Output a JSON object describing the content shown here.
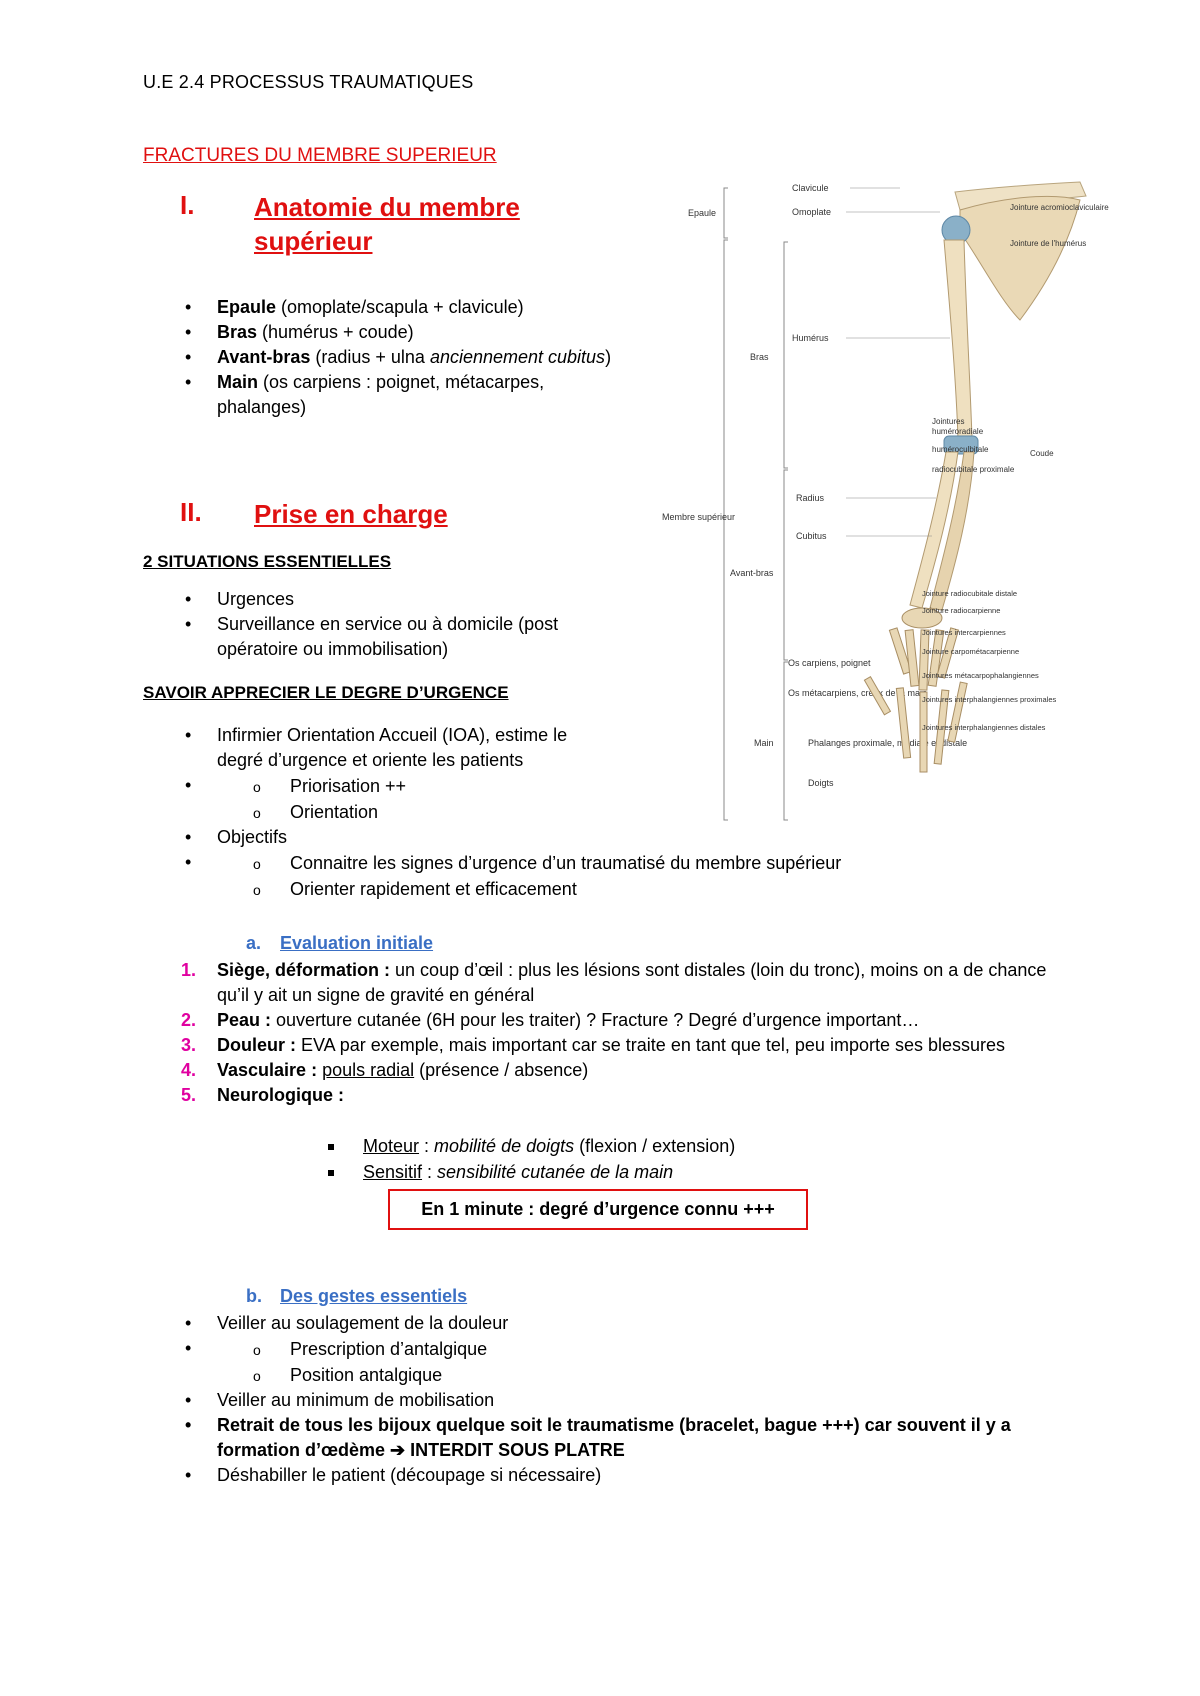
{
  "header": "U.E 2.4 PROCESSUS TRAUMATIQUES",
  "main_title": "FRACTURES DU MEMBRE SUPERIEUR",
  "section1": {
    "num": "I.",
    "title": "Anatomie du membre supérieur"
  },
  "anatomy_items": [
    {
      "bold": "Epaule",
      "rest": " (omoplate/scapula + clavicule)"
    },
    {
      "bold": "Bras",
      "rest": " (humérus + coude)"
    },
    {
      "bold": "Avant-bras",
      "rest": " (radius + ulna ",
      "italic": "anciennement cubitus",
      "tail": ")"
    },
    {
      "bold": "Main",
      "rest": " (os carpiens : poignet, métacarpes, phalanges)"
    }
  ],
  "section2": {
    "num": "II.",
    "title": "Prise en charge"
  },
  "situations_heading": "2 SITUATIONS ESSENTIELLES",
  "situations": [
    "Urgences",
    "Surveillance en service ou à domicile (post opératoire ou immobilisation)"
  ],
  "urgence_heading": "SAVOIR APPRECIER LE DEGRE D’URGENCE",
  "ioa": {
    "text": "Infirmier Orientation Accueil (IOA), estime le degré d’urgence et oriente les patients",
    "sub": [
      "Priorisation ++",
      "Orientation"
    ]
  },
  "objectifs": {
    "text": "Objectifs",
    "sub": [
      "Connaitre les signes d’urgence d’un traumatisé du membre supérieur",
      "Orienter rapidement et efficacement"
    ]
  },
  "eval": {
    "letter": "a.",
    "title": "Evaluation initiale"
  },
  "eval_items": [
    {
      "n": "1.",
      "bold": "Siège, déformation :",
      "rest": " un coup d’œil : plus les lésions sont distales (loin du tronc), moins on a de chance qu’il y ait un signe de gravité en général"
    },
    {
      "n": "2.",
      "bold": "Peau :",
      "rest": " ouverture cutanée (6H pour les traiter) ? Fracture ? Degré d’urgence important…"
    },
    {
      "n": "3.",
      "bold": "Douleur :",
      "rest": " EVA par exemple, mais important car se traite en tant que tel, peu importe ses blessures"
    },
    {
      "n": "4.",
      "bold": "Vasculaire :",
      "u": "pouls radial",
      "rest": " (présence / absence)"
    },
    {
      "n": "5.",
      "bold": "Neurologique :",
      "rest": ""
    }
  ],
  "neuro_sub": [
    {
      "u": "Moteur",
      "sep": " : ",
      "i": "mobilité de doigts",
      "rest": " (flexion / extension)"
    },
    {
      "u": "Sensitif",
      "sep": " : ",
      "i": "sensibilité cutanée de la main",
      "rest": ""
    }
  ],
  "box_text": "En 1 minute : degré d’urgence connu +++",
  "gestes": {
    "letter": "b.",
    "title": "Des gestes essentiels"
  },
  "gestes_items": [
    {
      "text": "Veiller au soulagement de la douleur",
      "sub": [
        "Prescription d’antalgique",
        "Position antalgique"
      ]
    },
    {
      "text": "Veiller au minimum de mobilisation"
    },
    {
      "bold": "Retrait de tous les bijoux quelque soit le traumatisme (bracelet, bague +++) car souvent il y a formation d’œdème ",
      "arrow": "➔",
      "bold2": " INTERDIT SOUS PLATRE"
    },
    {
      "text": "Déshabiller le patient (découpage si nécessaire)"
    }
  ],
  "figure": {
    "left_labels": {
      "epaule": "Epaule",
      "bras": "Bras",
      "membre": "Membre supérieur",
      "avantbras": "Avant-bras",
      "main": "Main",
      "carpiens": "Os carpiens, poignet",
      "metacarpiens": "Os métacarpiens, creux de la main",
      "phalanges": "Phalanges proximale, médiale et distale",
      "doigts": "Doigts"
    },
    "right_labels": {
      "clavicule": "Clavicule",
      "omoplate": "Omoplate",
      "acromio": "Jointure acromioclaviculaire",
      "epaule_j": "Jointure de l'humérus",
      "humerus": "Humérus",
      "jointures": "Jointures",
      "humeroradiale": "huméroradiale",
      "humerocubitale": "huméroculbitale",
      "radiocubitale": "radiocubitale proximale",
      "coude": "Coude",
      "radius": "Radius",
      "cubitus": "Cubitus",
      "j1": "Jointure radiocubitale distale",
      "j2": "Jointure radiocarpienne",
      "j3": "Jointures intercarpiennes",
      "j4": "Jointure carpométacarpienne",
      "j5": "Jointures métacarpophalangiennes",
      "j6": "Jointures interphalangiennes proximales",
      "j7": "Jointures interphalangiennes distales"
    }
  }
}
